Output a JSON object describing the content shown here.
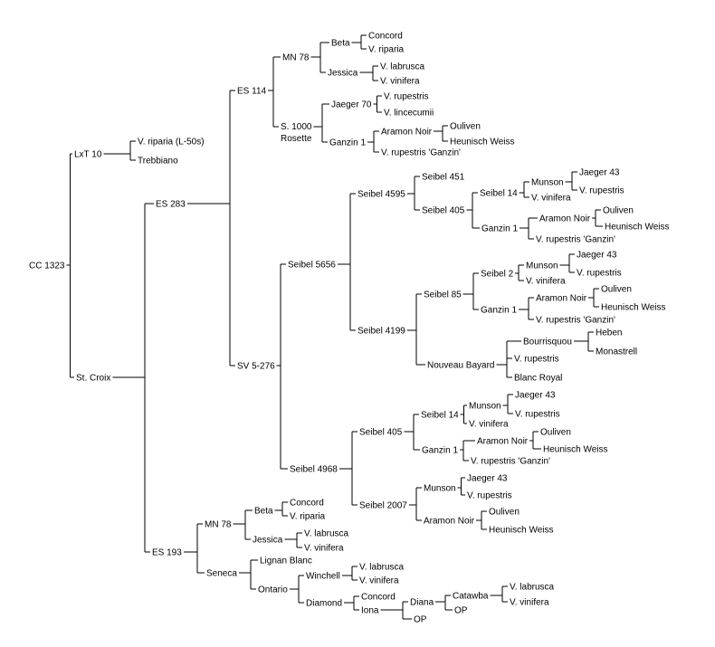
{
  "tree": {
    "label": "CC 1323",
    "children": [
      {
        "label": "LxT 10",
        "children": [
          {
            "label": "V. riparia (L-50s)"
          },
          {
            "label": "Trebbiano"
          }
        ]
      },
      {
        "label": "St. Croix",
        "children": [
          {
            "label": "ES 283",
            "children": [
              {
                "label": "ES 114",
                "children": [
                  {
                    "label": "MN 78",
                    "children": [
                      {
                        "label": "Beta",
                        "children": [
                          {
                            "label": "Concord"
                          },
                          {
                            "label": "V. riparia"
                          }
                        ]
                      },
                      {
                        "label": "Jessica",
                        "children": [
                          {
                            "label": "V. labrusca"
                          },
                          {
                            "label": "V. vinifera"
                          }
                        ]
                      }
                    ]
                  },
                  {
                    "label": "S. 1000 Rosette",
                    "children": [
                      {
                        "label": "Jaeger 70",
                        "children": [
                          {
                            "label": "V. rupestris"
                          },
                          {
                            "label": "V. lincecumii"
                          }
                        ]
                      },
                      {
                        "label": "Ganzin 1",
                        "children": [
                          {
                            "label": "Aramon Noir",
                            "children": [
                              {
                                "label": "Ouliven"
                              },
                              {
                                "label": "Heunisch Weiss"
                              }
                            ]
                          },
                          {
                            "label": "V. rupestris 'Ganzin'"
                          }
                        ]
                      }
                    ]
                  }
                ]
              },
              {
                "label": "SV 5-276",
                "children": [
                  {
                    "label": "Seibel 5656",
                    "children": [
                      {
                        "label": "Seibel 4595",
                        "children": [
                          {
                            "label": "Seibel 451"
                          },
                          {
                            "label": "Seibel 405",
                            "children": [
                              {
                                "label": "Seibel 14",
                                "children": [
                                  {
                                    "label": "Munson",
                                    "children": [
                                      {
                                        "label": "Jaeger 43"
                                      },
                                      {
                                        "label": "V. rupestris"
                                      }
                                    ]
                                  },
                                  {
                                    "label": "V. vinifera"
                                  }
                                ]
                              },
                              {
                                "label": "Ganzin 1",
                                "children": [
                                  {
                                    "label": "Aramon Noir",
                                    "children": [
                                      {
                                        "label": "Ouliven"
                                      },
                                      {
                                        "label": "Heunisch Weiss"
                                      }
                                    ]
                                  },
                                  {
                                    "label": "V. rupestris 'Ganzin'"
                                  }
                                ]
                              }
                            ]
                          }
                        ]
                      },
                      {
                        "label": "Seibel 4199",
                        "children": [
                          {
                            "label": "Seibel 85",
                            "children": [
                              {
                                "label": "Seibel 2",
                                "children": [
                                  {
                                    "label": "Munson",
                                    "children": [
                                      {
                                        "label": "Jaeger 43"
                                      },
                                      {
                                        "label": "V. rupestris"
                                      }
                                    ]
                                  },
                                  {
                                    "label": "V. vinifera"
                                  }
                                ]
                              },
                              {
                                "label": "Ganzin 1",
                                "children": [
                                  {
                                    "label": "Aramon Noir",
                                    "children": [
                                      {
                                        "label": "Ouliven"
                                      },
                                      {
                                        "label": "Heunisch Weiss"
                                      }
                                    ]
                                  },
                                  {
                                    "label": "V. rupestris 'Ganzin'"
                                  }
                                ]
                              }
                            ]
                          },
                          {
                            "label": "Nouveau Bayard",
                            "children": [
                              {
                                "label": "Bourrisquou",
                                "children": [
                                  {
                                    "label": "Heben"
                                  },
                                  {
                                    "label": "Monastrell"
                                  }
                                ]
                              },
                              {
                                "label": "V. rupestris"
                              },
                              {
                                "label": "Blanc Royal"
                              }
                            ]
                          }
                        ]
                      }
                    ]
                  },
                  {
                    "label": "Seibel 4968",
                    "children": [
                      {
                        "label": "Seibel 405",
                        "children": [
                          {
                            "label": "Seibel 14",
                            "children": [
                              {
                                "label": "Munson",
                                "children": [
                                  {
                                    "label": "Jaeger 43"
                                  },
                                  {
                                    "label": "V. rupestris"
                                  }
                                ]
                              },
                              {
                                "label": "V. vinifera"
                              }
                            ]
                          },
                          {
                            "label": "Ganzin 1",
                            "children": [
                              {
                                "label": "Aramon Noir",
                                "children": [
                                  {
                                    "label": "Ouliven"
                                  },
                                  {
                                    "label": "Heunisch Weiss"
                                  }
                                ]
                              },
                              {
                                "label": "V. rupestris 'Ganzin'"
                              }
                            ]
                          }
                        ]
                      },
                      {
                        "label": "Seibel 2007",
                        "children": [
                          {
                            "label": "Munson",
                            "children": [
                              {
                                "label": "Jaeger 43"
                              },
                              {
                                "label": "V. rupestris"
                              }
                            ]
                          },
                          {
                            "label": "Aramon Noir",
                            "children": [
                              {
                                "label": "Ouliven"
                              },
                              {
                                "label": "Heunisch Weiss"
                              }
                            ]
                          }
                        ]
                      }
                    ]
                  }
                ]
              }
            ]
          },
          {
            "label": "ES 193",
            "children": [
              {
                "label": "MN 78",
                "children": [
                  {
                    "label": "Beta",
                    "children": [
                      {
                        "label": "Concord"
                      },
                      {
                        "label": "V. riparia"
                      }
                    ]
                  },
                  {
                    "label": "Jessica",
                    "children": [
                      {
                        "label": "V. labrusca"
                      },
                      {
                        "label": "V. vinifera"
                      }
                    ]
                  }
                ]
              },
              {
                "label": "Seneca",
                "children": [
                  {
                    "label": "Lignan Blanc"
                  },
                  {
                    "label": "Ontario",
                    "children": [
                      {
                        "label": "Winchell",
                        "children": [
                          {
                            "label": "V. labrusca"
                          },
                          {
                            "label": "V. vinifera"
                          }
                        ]
                      },
                      {
                        "label": "Diamond",
                        "children": [
                          {
                            "label": "Concord"
                          },
                          {
                            "label": "Iona",
                            "children": [
                              {
                                "label": "Diana",
                                "children": [
                                  {
                                    "label": "Catawba",
                                    "children": [
                                      {
                                        "label": "V. labrusca"
                                      },
                                      {
                                        "label": "V. vinifera"
                                      }
                                    ]
                                  },
                                  {
                                    "label": "OP"
                                  }
                                ]
                              },
                              {
                                "label": "OP"
                              }
                            ]
                          }
                        ]
                      }
                    ]
                  }
                ]
              }
            ]
          }
        ]
      }
    ]
  }
}
